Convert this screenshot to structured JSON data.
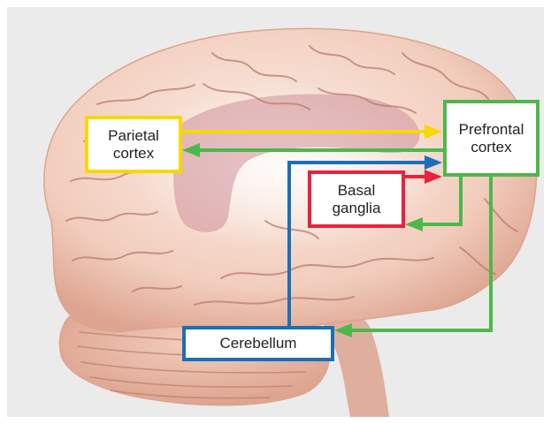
{
  "colors": {
    "background": "#ebebeb",
    "brain": "#f2cdbd",
    "brain_shadow": "#dda48f",
    "brain_highlight": "#fbeee6",
    "sulci": "#b97d6e",
    "basal_highlight": "#cf8f99",
    "parietal": "#f7d900",
    "prefrontal": "#4db84a",
    "basal_ganglia": "#e8233f",
    "cerebellum": "#1b6fb8"
  },
  "boxes": {
    "parietal": {
      "label": "Parietal\ncortex"
    },
    "prefrontal": {
      "label": "Prefrontal\ncortex"
    },
    "basal_ganglia": {
      "label": "Basal\nganglia"
    },
    "cerebellum": {
      "label": "Cerebellum"
    }
  },
  "connections": [
    {
      "from": "parietal",
      "to": "prefrontal",
      "color": "parietal"
    },
    {
      "from": "prefrontal",
      "to": "parietal",
      "color": "prefrontal"
    },
    {
      "from": "cerebellum",
      "to": "prefrontal",
      "color": "cerebellum"
    },
    {
      "from": "basal_ganglia",
      "to": "prefrontal",
      "color": "basal_ganglia"
    },
    {
      "from": "prefrontal",
      "to": "basal_ganglia",
      "color": "prefrontal"
    },
    {
      "from": "prefrontal",
      "to": "cerebellum",
      "color": "prefrontal"
    }
  ]
}
